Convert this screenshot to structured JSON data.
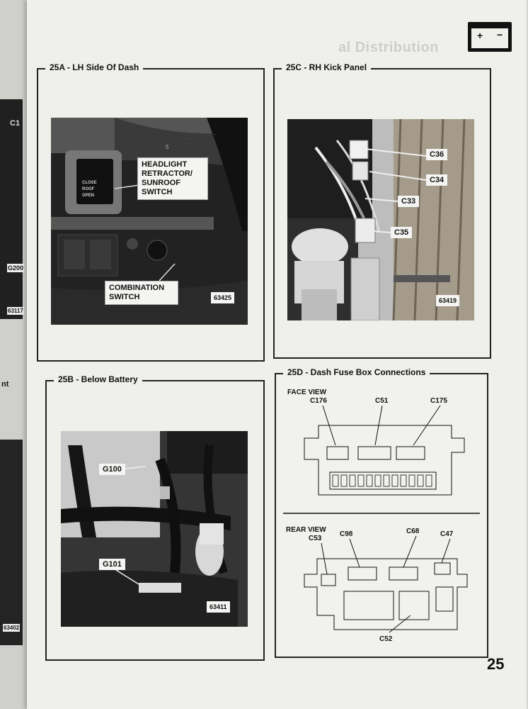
{
  "page": {
    "number": "25"
  },
  "left_page": {
    "labels": [
      "C1",
      "G200",
      "63117",
      "nt",
      "63402"
    ]
  },
  "ghost_heading": "al Distribution",
  "panels": [
    {
      "title": "25A - LH Side Of Dash",
      "callouts": [
        "HEADLIGHT RETRACTOR/ SUNROOF SWITCH",
        "COMBINATION SWITCH"
      ],
      "switch_text": [
        "CLOSE",
        "ROOF",
        "OPEN"
      ],
      "photo_number": "63425"
    },
    {
      "title": "25C - RH Kick Panel",
      "callouts": [
        "C36",
        "C34",
        "C33",
        "C35"
      ],
      "photo_number": "63419"
    },
    {
      "title": "25B - Below Battery",
      "callouts": [
        "G100",
        "G101"
      ],
      "photo_number": "63411"
    },
    {
      "title": "25D - Dash Fuse Box Connections",
      "face_view": {
        "label": "FACE VIEW",
        "connectors": [
          "C176",
          "C51",
          "C175"
        ]
      },
      "rear_view": {
        "label": "REAR VIEW",
        "connectors": [
          "C53",
          "C98",
          "C68",
          "C47",
          "C52"
        ]
      }
    }
  ],
  "colors": {
    "page": "#efefec",
    "ink": "#111111",
    "photo_dark": "#1c1c1c"
  },
  "icons": [
    "battery-icon"
  ]
}
